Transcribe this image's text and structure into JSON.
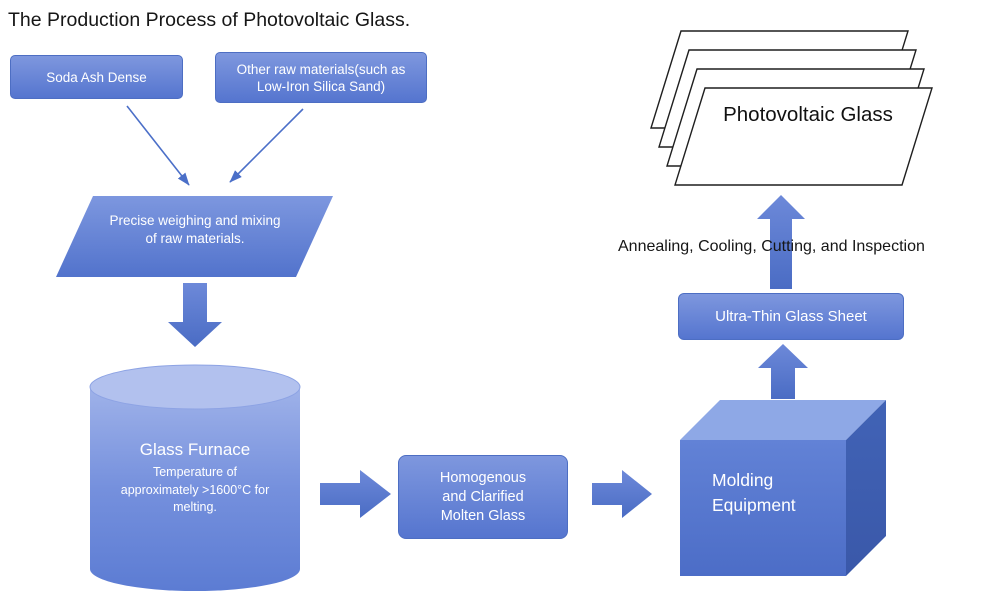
{
  "title": "The Production Process of Photovoltaic Glass.",
  "nodes": {
    "soda_ash": {
      "label": "Soda Ash Dense"
    },
    "other_raw": {
      "label": "Other raw materials(such as Low-Iron Silica Sand)"
    },
    "weighing": {
      "label": "Precise weighing and mixing of raw materials."
    },
    "furnace": {
      "title": "Glass Furnace",
      "subtitle": "Temperature of approximately >1600°C for melting."
    },
    "molten_glass": {
      "label": "Homogenous and Clarified Molten Glass"
    },
    "molding": {
      "label": "Molding Equipment"
    },
    "thin_sheet": {
      "label": "Ultra-Thin Glass Sheet"
    },
    "annealing": {
      "label": "Annealing, Cooling, Cutting, and Inspection"
    },
    "pv_glass": {
      "label": "Photovoltaic Glass"
    }
  },
  "colors": {
    "node_fill_top": "#7e97de",
    "node_fill_bottom": "#5575cf",
    "node_border": "#4d6ec3",
    "arrow": "#4b6fc8",
    "text_on_node": "#ffffff",
    "text_dark": "#161616",
    "sheet_fill": "#ffffff",
    "sheet_stroke": "#1f1f1f"
  }
}
